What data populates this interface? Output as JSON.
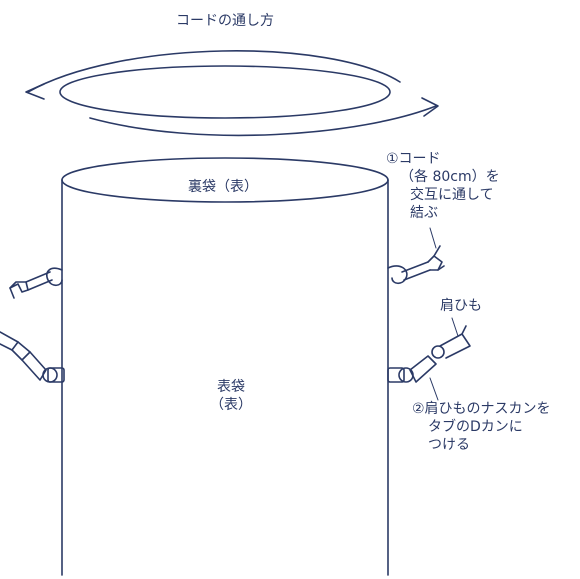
{
  "title": "コードの通し方",
  "labels": {
    "inner_bag": "裏袋（表）",
    "outer_bag_1": "表袋",
    "outer_bag_2": "（表）",
    "strap": "肩ひも"
  },
  "steps": {
    "step1_line1": "①コード",
    "step1_line2": "（各 80cm）を",
    "step1_line3": "交互に通して",
    "step1_line4": "結ぶ",
    "step2_line1": "②肩ひものナスカンを",
    "step2_line2": "タブのDカンに",
    "step2_line3": "つける"
  },
  "colors": {
    "ink": "#2b3a66",
    "background": "#ffffff"
  }
}
